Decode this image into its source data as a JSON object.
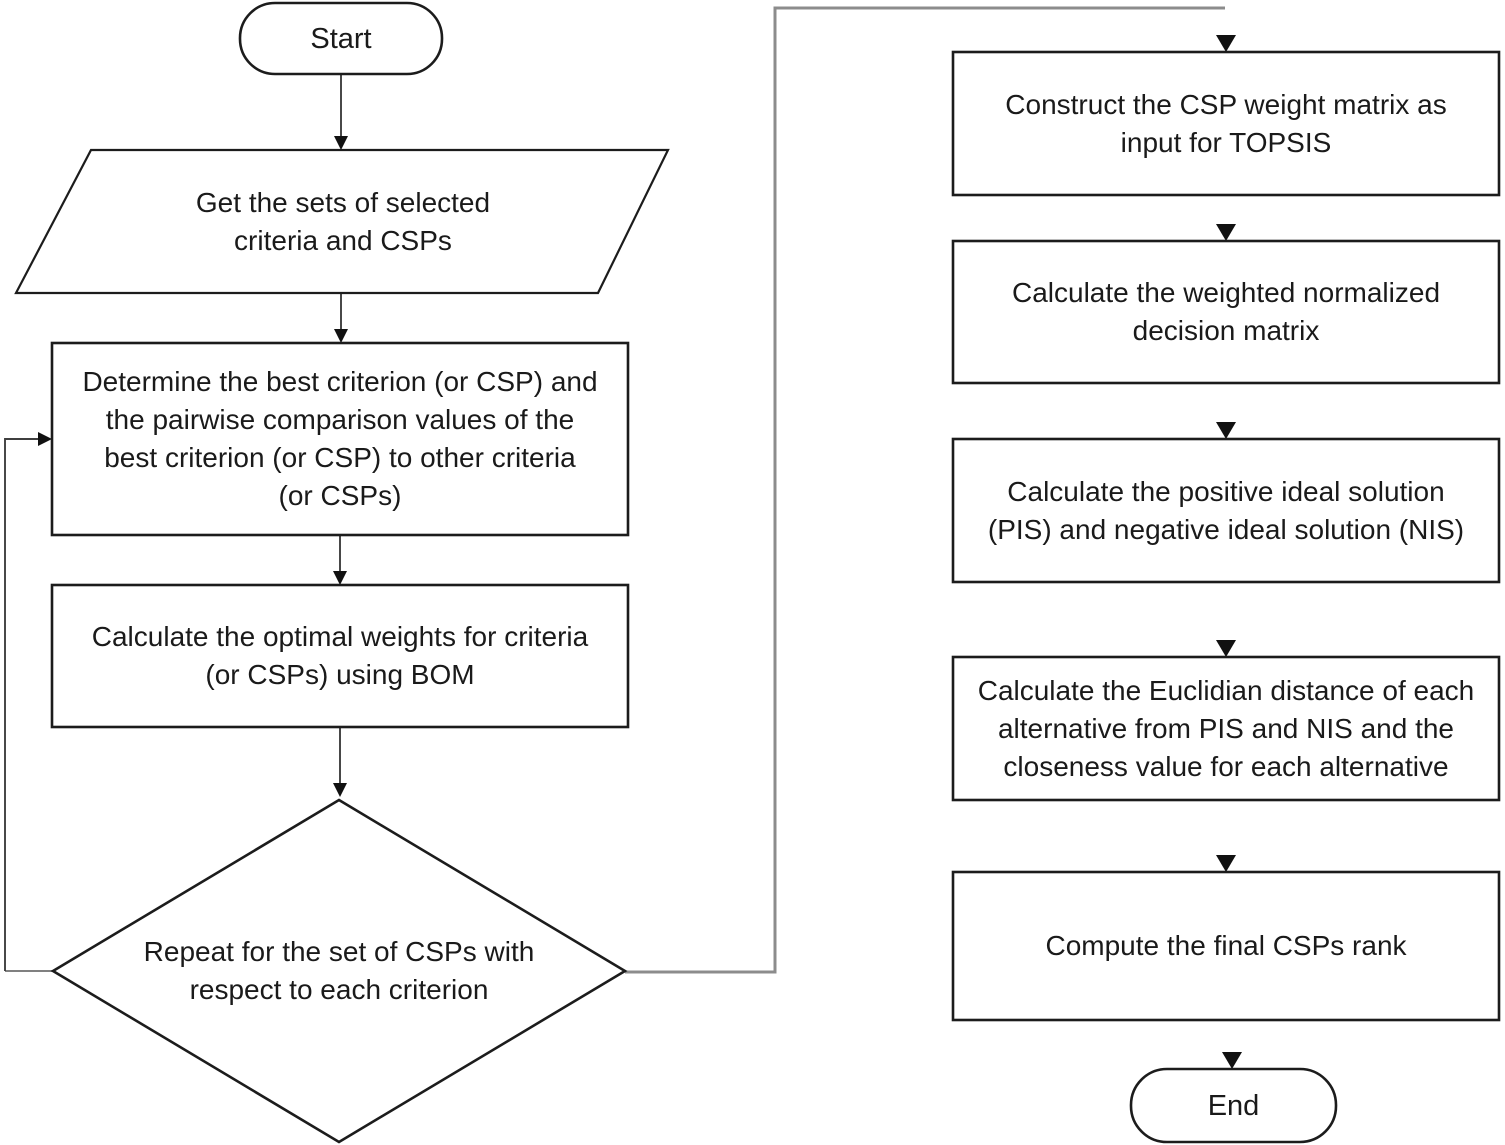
{
  "nodes": {
    "start": {
      "type": "terminator",
      "label": "Start"
    },
    "input": {
      "type": "input-output",
      "label": "Get the sets of selected\ncriteria and CSPs"
    },
    "determine": {
      "type": "process",
      "label": "Determine the best criterion (or CSP) and\nthe pairwise comparison values of the\nbest criterion (or CSP) to other criteria\n(or CSPs)"
    },
    "weights": {
      "type": "process",
      "label": "Calculate the optimal weights for criteria\n(or CSPs) using BOM"
    },
    "repeat": {
      "type": "decision",
      "label": "Repeat for the set of CSPs with\nrespect to each criterion"
    },
    "construct": {
      "type": "process",
      "label": "Construct the CSP weight matrix as\ninput for TOPSIS"
    },
    "weighted": {
      "type": "process",
      "label": "Calculate the weighted normalized\ndecision matrix"
    },
    "pisnis": {
      "type": "process",
      "label": "Calculate the positive ideal solution\n(PIS) and negative ideal solution (NIS)"
    },
    "euclid": {
      "type": "process",
      "label": "Calculate the Euclidian distance of each\nalternative from PIS and NIS and the\ncloseness value for each alternative"
    },
    "rank": {
      "type": "process",
      "label": "Compute the final CSPs rank"
    },
    "end": {
      "type": "terminator",
      "label": "End"
    }
  },
  "edges": [
    {
      "from": "start",
      "to": "input"
    },
    {
      "from": "input",
      "to": "determine"
    },
    {
      "from": "determine",
      "to": "weights"
    },
    {
      "from": "weights",
      "to": "repeat"
    },
    {
      "from": "repeat",
      "to": "determine",
      "note": "loop back"
    },
    {
      "from": "repeat",
      "to": "construct"
    },
    {
      "from": "construct",
      "to": "weighted"
    },
    {
      "from": "weighted",
      "to": "pisnis"
    },
    {
      "from": "pisnis",
      "to": "euclid"
    },
    {
      "from": "euclid",
      "to": "rank"
    },
    {
      "from": "rank",
      "to": "end"
    }
  ],
  "colors": {
    "background": "#ffffff",
    "shape_stroke": "#1c1c1c",
    "text": "#1a1a1a",
    "connector": "#333333",
    "loop": "#3f3f3f",
    "loop_gray": "#808080",
    "link": "#8c8c8c",
    "arrow": "#111111"
  }
}
